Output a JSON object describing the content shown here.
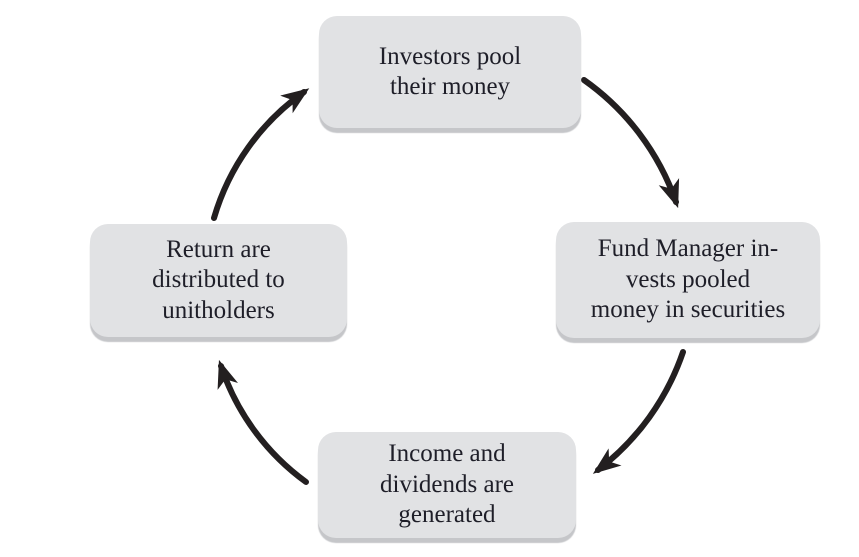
{
  "colors": {
    "background": "#ffffff",
    "box_fill": "#e1e2e4",
    "box_shadow": "#c5c6c9",
    "arrow": "#231f20",
    "text": "#1e1e28"
  },
  "nodes": [
    {
      "id": "investors-pool",
      "position": "top",
      "text": "Investors pool\ntheir money"
    },
    {
      "id": "fund-manager-invests",
      "position": "right",
      "text": "Fund Manager in-\nvests pooled\nmoney in securities"
    },
    {
      "id": "income-generated",
      "position": "bottom",
      "text": "Income and\ndividends are\ngenerated"
    },
    {
      "id": "returns-distributed",
      "position": "left",
      "text": "Return are\ndistributed to\nunitholders"
    }
  ],
  "arrows": [
    {
      "from": "investors-pool",
      "to": "fund-manager-invests",
      "direction": "clockwise"
    },
    {
      "from": "fund-manager-invests",
      "to": "income-generated",
      "direction": "clockwise"
    },
    {
      "from": "income-generated",
      "to": "returns-distributed",
      "direction": "clockwise"
    },
    {
      "from": "returns-distributed",
      "to": "investors-pool",
      "direction": "clockwise"
    }
  ]
}
